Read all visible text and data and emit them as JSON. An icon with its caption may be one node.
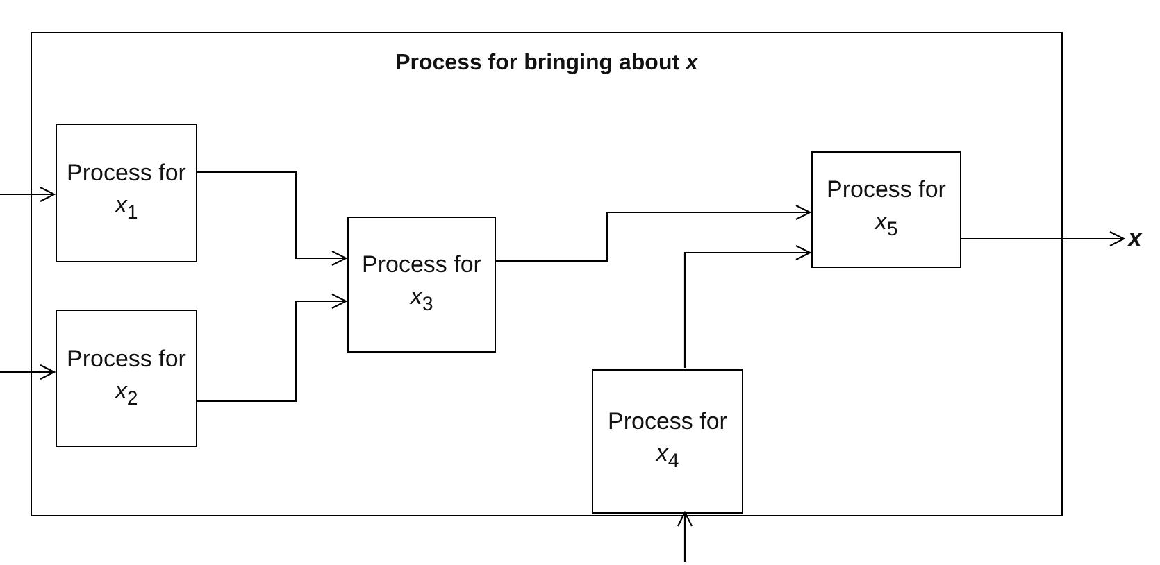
{
  "diagram": {
    "nodes": [
      {
        "text": [
          "Process for bringing about *x*"
        ]
      },
      {
        "text": [
          "Process for *x*$_{1}$"
        ],
        "in": 0
      },
      {
        "text": [
          "Process for *x*$_{2}$"
        ],
        "in": 0
      },
      {
        "text": [
          "Process for *x*$_{3}$"
        ],
        "in": 0
      },
      {
        "text": [
          "Process for *x*$_{4}$"
        ],
        "in": 0
      },
      {
        "text": [
          "Process for *x*$_{5}$"
        ],
        "in": 0
      },
      {
        "text": [
          "x"
        ]
      }
    ],
    "edges": [
      {
        "from": null,
        "to": 1,
        "arrow": "to"
      },
      {
        "from": null,
        "to": 2,
        "arrow": "to"
      },
      {
        "from": 1,
        "to": 3,
        "arrow": "to"
      },
      {
        "from": 2,
        "to": 3,
        "arrow": "to"
      },
      {
        "from": 3,
        "to": 5,
        "arrow": "to"
      },
      {
        "from": 4,
        "to": 5,
        "arrow": "to"
      },
      {
        "from": 5,
        "to": 6,
        "arrow": "to"
      },
      {
        "from": null,
        "to": 4,
        "arrow": "to"
      }
    ]
  }
}
